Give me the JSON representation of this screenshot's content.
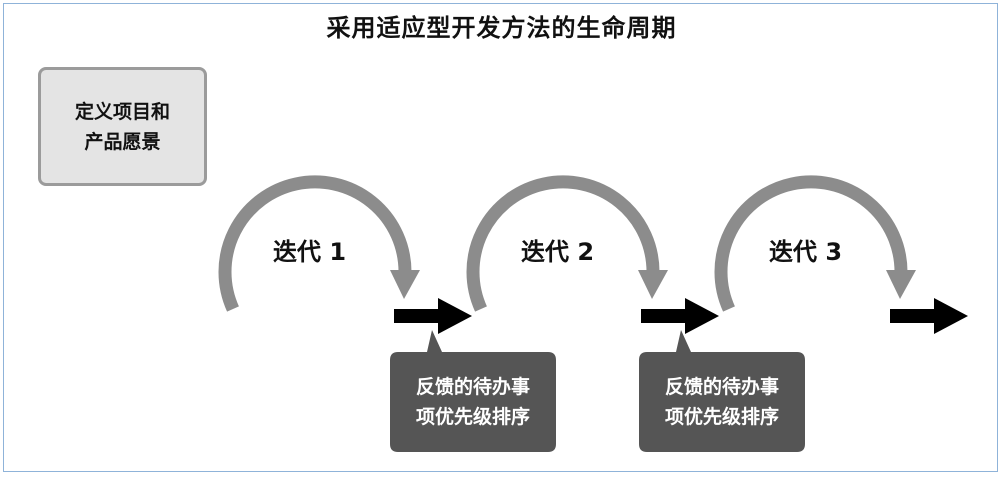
{
  "title": "采用适应型开发方法的生命周期",
  "vision": {
    "line1": "定义项目和",
    "line2": "产品愿景"
  },
  "iterations": [
    {
      "label": "迭代 1"
    },
    {
      "label": "迭代 2"
    },
    {
      "label": "迭代 3"
    }
  ],
  "callouts": [
    {
      "line1": "反馈的待办事",
      "line2": "项优先级排序"
    },
    {
      "line1": "反馈的待办事",
      "line2": "项优先级排序"
    }
  ],
  "colors": {
    "cycle_arrow": "#8c8c8c",
    "flow_arrow": "#000000",
    "callout_fill": "#555555",
    "vision_fill": "#e4e4e4",
    "frame_border": "#8fb3d9"
  }
}
